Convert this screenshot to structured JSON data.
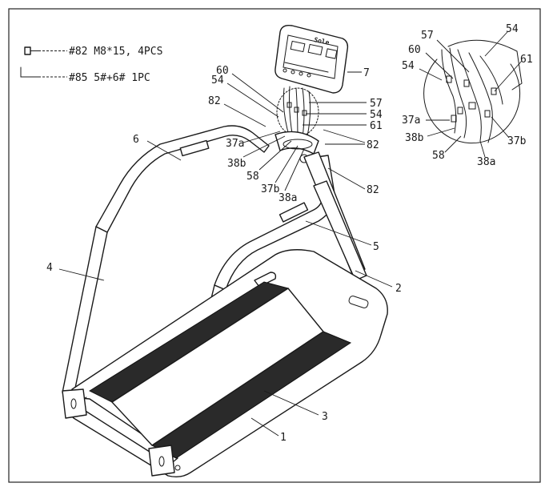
{
  "hardware": [
    {
      "name": "bolt-icon",
      "text": "#82 M8*15, 4PCS"
    },
    {
      "name": "allen-key-icon",
      "text": "#85 5#+6# 1PC"
    }
  ],
  "console": {
    "logo": "Sole"
  },
  "callouts": [
    {
      "id": "c60a",
      "text": "60"
    },
    {
      "id": "c54a",
      "text": "54"
    },
    {
      "id": "c82a",
      "text": "82"
    },
    {
      "id": "c7",
      "text": "7"
    },
    {
      "id": "c57a",
      "text": "57"
    },
    {
      "id": "c54b",
      "text": "54"
    },
    {
      "id": "c61a",
      "text": "61"
    },
    {
      "id": "c82b",
      "text": "82"
    },
    {
      "id": "c82c",
      "text": "82"
    },
    {
      "id": "c6",
      "text": "6"
    },
    {
      "id": "c37aA",
      "text": "37a"
    },
    {
      "id": "c38bA",
      "text": "38b"
    },
    {
      "id": "c58a",
      "text": "58"
    },
    {
      "id": "c37bA",
      "text": "37b"
    },
    {
      "id": "c38aA",
      "text": "38a"
    },
    {
      "id": "c5",
      "text": "5"
    },
    {
      "id": "c4",
      "text": "4"
    },
    {
      "id": "c2",
      "text": "2"
    },
    {
      "id": "c3",
      "text": "3"
    },
    {
      "id": "c1",
      "text": "1"
    },
    {
      "id": "d57",
      "text": "57"
    },
    {
      "id": "d54a",
      "text": "54"
    },
    {
      "id": "d60",
      "text": "60"
    },
    {
      "id": "d61",
      "text": "61"
    },
    {
      "id": "d54b",
      "text": "54"
    },
    {
      "id": "d37a",
      "text": "37a"
    },
    {
      "id": "d38b",
      "text": "38b"
    },
    {
      "id": "d58",
      "text": "58"
    },
    {
      "id": "d37b",
      "text": "37b"
    },
    {
      "id": "d38a",
      "text": "38a"
    }
  ]
}
